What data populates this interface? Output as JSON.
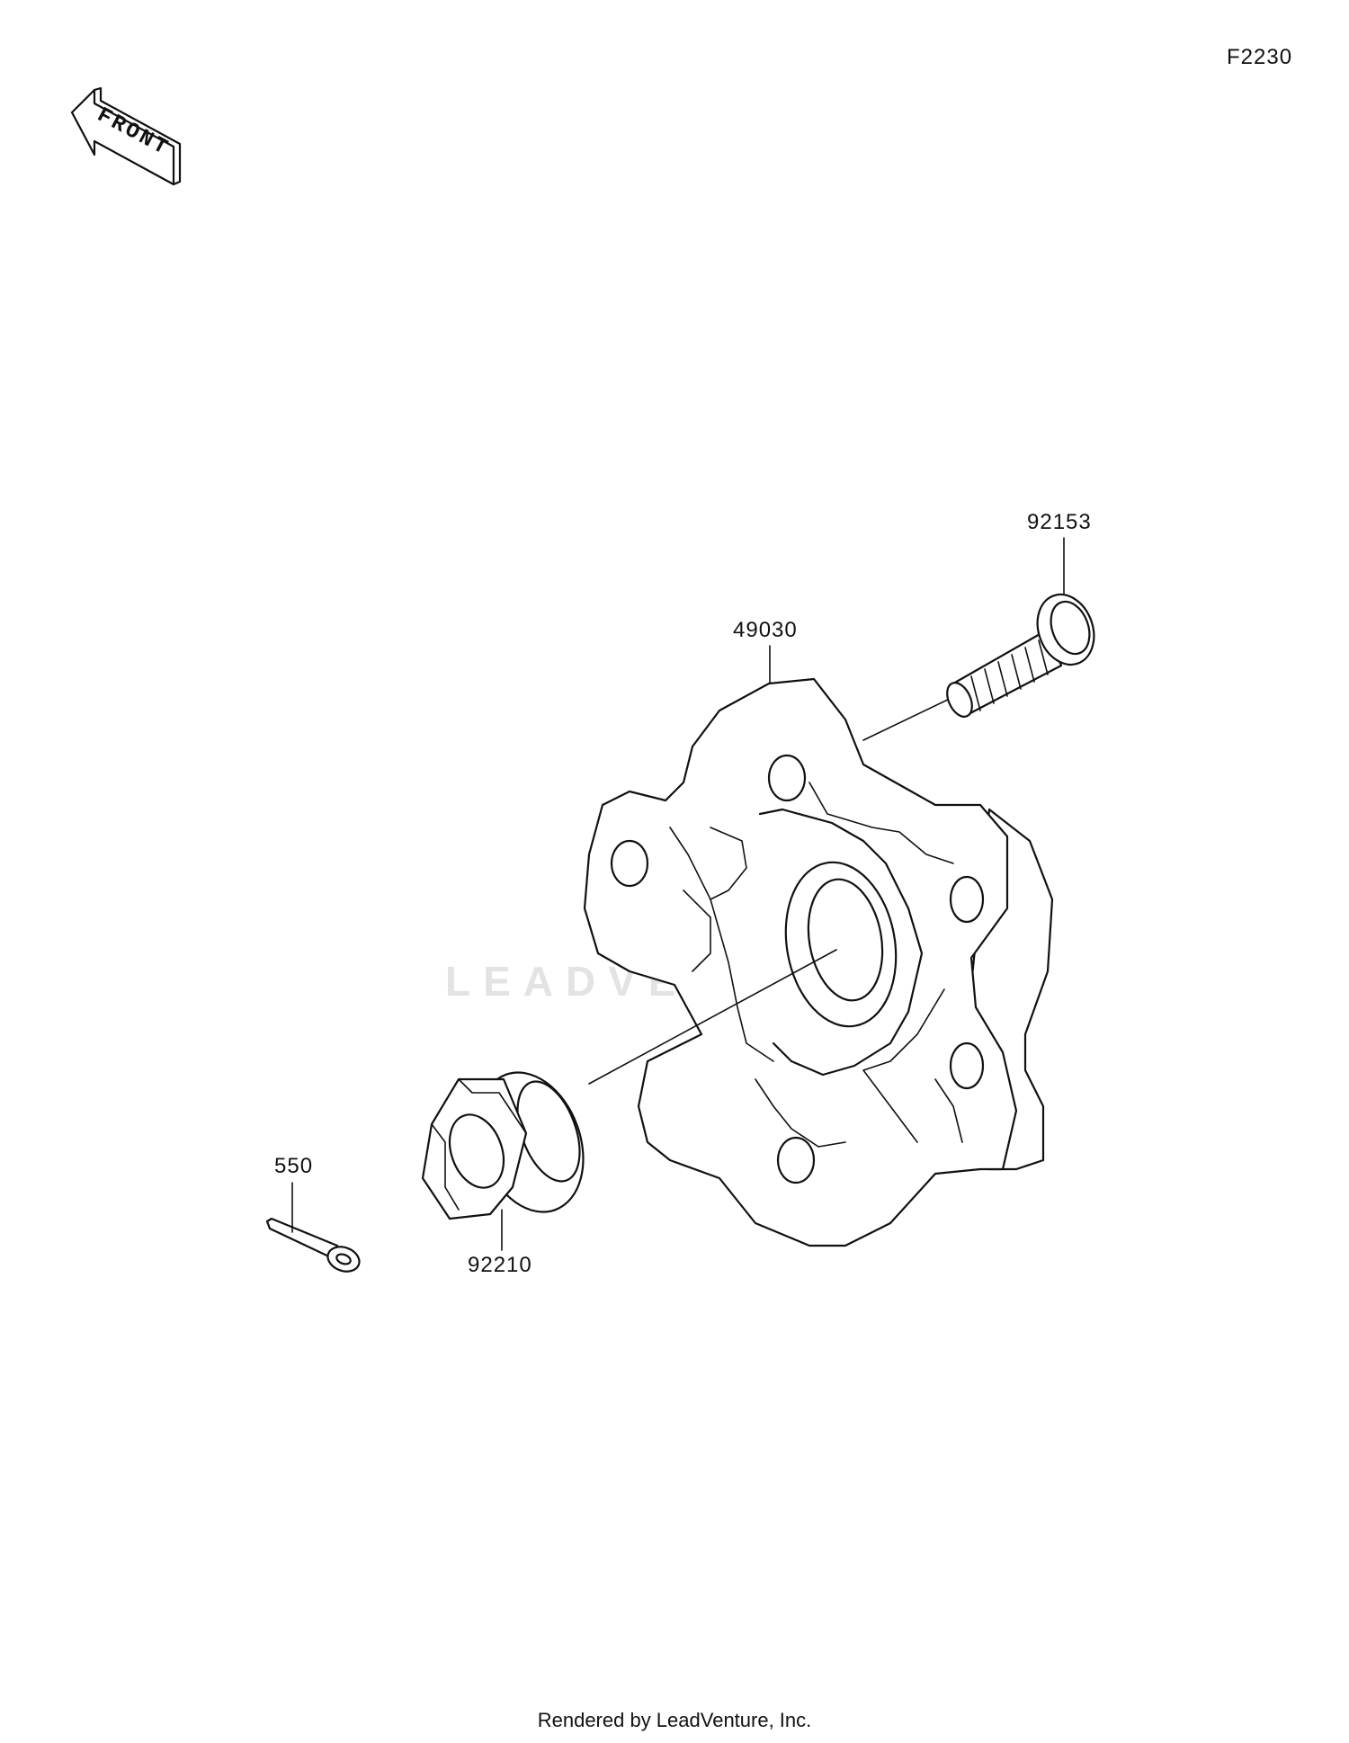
{
  "figure_code": "F2230",
  "front_indicator": "FRONT",
  "parts": [
    {
      "number": "92153"
    },
    {
      "number": "49030"
    },
    {
      "number": "550"
    },
    {
      "number": "92210"
    }
  ],
  "watermark": "LEADVENTURE",
  "footer": "Rendered by LeadVenture, Inc."
}
